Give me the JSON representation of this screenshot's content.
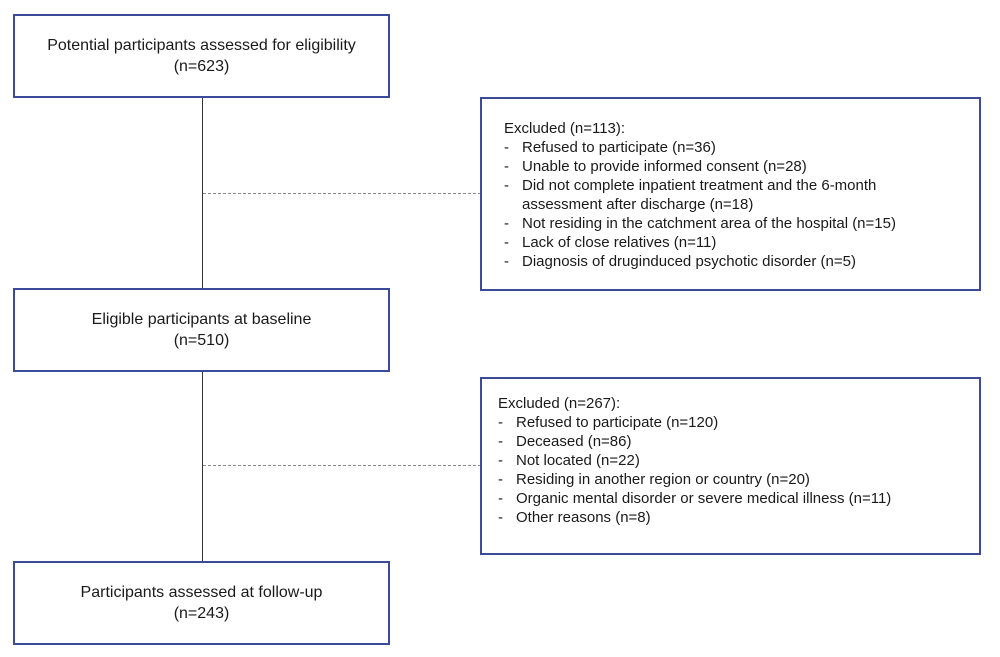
{
  "boxes": {
    "assessed": {
      "label": "Potential participants assessed for eligibility",
      "count": "(n=623)"
    },
    "eligible": {
      "label": "Eligible participants at baseline",
      "count": "(n=510)"
    },
    "followup": {
      "label": "Participants assessed at follow-up",
      "count": "(n=243)"
    }
  },
  "exclusions": {
    "first": {
      "title": "Excluded (n=113):",
      "items": [
        "Refused to participate (n=36)",
        "Unable to provide informed consent (n=28)",
        "Did not complete inpatient treatment  and the 6-month assessment after discharge (n=18)",
        "Not residing in the catchment area of the hospital (n=15)",
        "Lack of close relatives (n=11)",
        "Diagnosis of druginduced psychotic disorder (n=5)"
      ]
    },
    "second": {
      "title": "Excluded (n=267):",
      "items": [
        "Refused to participate (n=120)",
        "Deceased (n=86)",
        "Not located (n=22)",
        "Residing in another region or country (n=20)",
        "Organic mental disorder or severe medical illness (n=11)",
        "Other reasons (n=8)"
      ]
    }
  }
}
